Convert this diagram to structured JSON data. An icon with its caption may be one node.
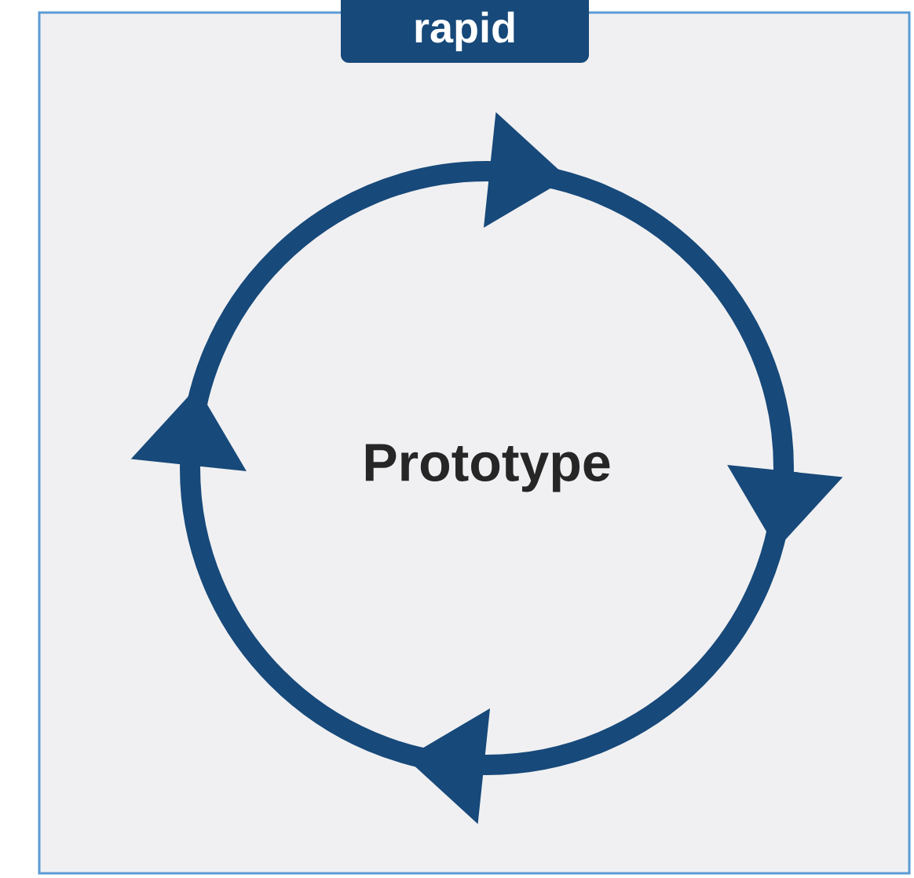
{
  "diagram": {
    "nodes": [
      {
        "text": [],
        "shape": "box"
      },
      {
        "text": [
          "rapid"
        ]
      },
      {
        "text": [
          "Prototype"
        ],
        "in": 0
      }
    ]
  }
}
